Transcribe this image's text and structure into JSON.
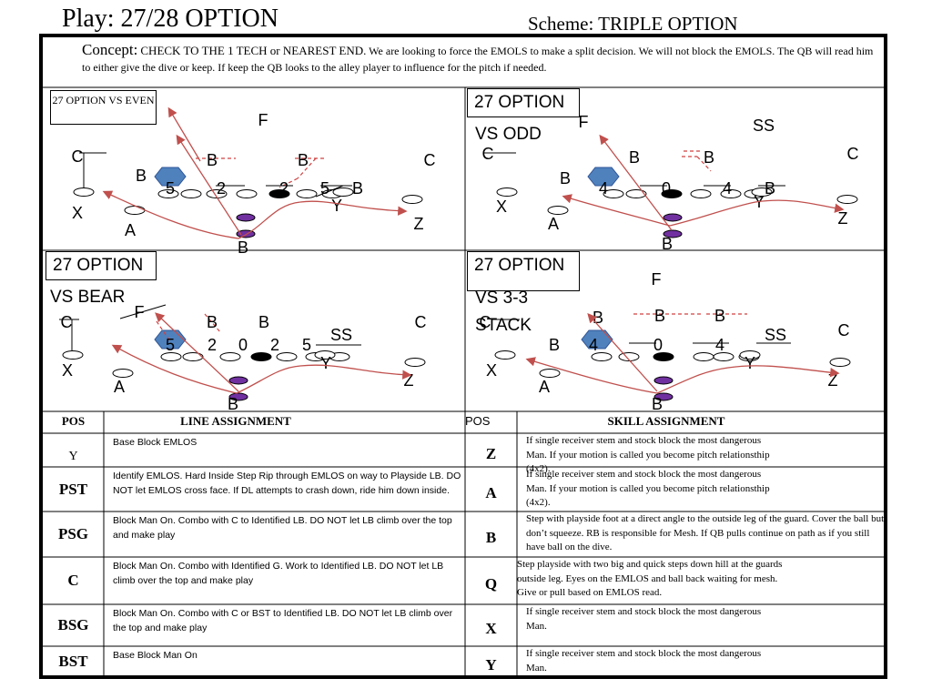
{
  "header": {
    "play": "Play: 27/28 OPTION",
    "scheme": "Scheme: TRIPLE OPTION"
  },
  "concept": {
    "lead": "Concept:",
    "caps": "CHECK TO THE 1 TECH or NEAREST END.",
    "text": "We are looking to force the EMOLS to make a split decision.  We will not block the EMOLS.  The QB will read him to either give the dive or keep.  If keep the QB looks to the alley player to influence for the pitch if needed."
  },
  "diagrams": {
    "even": {
      "label": "27 OPTION VS EVEN",
      "letters": [
        "F",
        "C",
        "B",
        "B",
        "C",
        "B",
        "5",
        "2",
        "2",
        "5",
        "B",
        "Y",
        "X",
        "A",
        "Z",
        "B"
      ]
    },
    "odd": {
      "label_top": "27 OPTION",
      "label_bottom": "VS ODD",
      "letters": [
        "F",
        "SS",
        "C",
        "B",
        "B",
        "C",
        "B",
        "4",
        "0",
        "4",
        "B",
        "Y",
        "X",
        "A",
        "Z",
        "B"
      ]
    },
    "bear": {
      "label_top": "27 OPTION",
      "label_bottom": "VS BEAR",
      "letters": [
        "F",
        "C",
        "B",
        "B",
        "C",
        "5",
        "2",
        "0",
        "2",
        "5",
        "SS",
        "Y",
        "X",
        "A",
        "Z",
        "B"
      ]
    },
    "stack": {
      "label_top": "27 OPTION",
      "label_bottom1": "VS 3-3",
      "label_bottom2": "STACK",
      "letters": [
        "F",
        "B",
        "B",
        "B",
        "C",
        "B",
        "4",
        "0",
        "4",
        "SS",
        "Y",
        "X",
        "A",
        "Z",
        "B",
        "C"
      ]
    }
  },
  "colors": {
    "route": "#c0504d",
    "qb_fill": "#4f81bd",
    "back_fill": "#7030a0",
    "defender_line": "#000000"
  },
  "table": {
    "line_headers": {
      "pos": "POS",
      "assignment": "LINE ASSIGNMENT"
    },
    "skill_headers": {
      "pos": "POS",
      "assignment": "SKILL ASSIGNMENT"
    },
    "line_rows": [
      {
        "pos": "Y",
        "text": "Base Block EMLOS"
      },
      {
        "pos": "PST",
        "text": "Identify EMLOS.  Hard Inside Step Rip through EMLOS on way to Playside LB. DO NOT let EMLOS cross face.  If DL attempts to crash down, ride him down inside."
      },
      {
        "pos": "PSG",
        "text": "Block Man On.  Combo with C to Identified LB.  DO NOT let LB climb over the top and make play"
      },
      {
        "pos": "C",
        "text": "Block Man On.  Combo with Identified G.  Work to Identified LB. DO NOT let LB climb over the top and make play"
      },
      {
        "pos": "BSG",
        "text": "Block Man On.  Combo with C or BST to Identified LB. DO NOT let LB climb over the top and make play"
      },
      {
        "pos": "BST",
        "text": "Base Block Man On"
      }
    ],
    "skill_rows": [
      {
        "pos": "Z",
        "text": "If  single receiver stem and stock block the most dangerous Man.  If your motion is called you become pitch relationsthip (4x2)."
      },
      {
        "pos": "A",
        "text": "If  single receiver stem and stock block the most dangerous Man.  If your motion is called you become pitch relationsthip (4x2)."
      },
      {
        "pos": "B",
        "text": "Step with playside foot at a direct angle to the outside leg of the guard. Cover the ball but don’t squeeze.  RB is responsible for Mesh. If QB pulls continue on path as if you still have ball on the dive."
      },
      {
        "pos": "Q",
        "text": "Step playside with two big and quick steps down hill at the guards outside leg. Eyes on the EMLOS and ball back waiting for mesh.  Give or pull based on EMLOS read."
      },
      {
        "pos": "X",
        "text": "If  single receiver stem and stock block the most dangerous Man."
      },
      {
        "pos": "Y",
        "text": "If  single receiver stem and stock block the most dangerous Man."
      }
    ]
  }
}
